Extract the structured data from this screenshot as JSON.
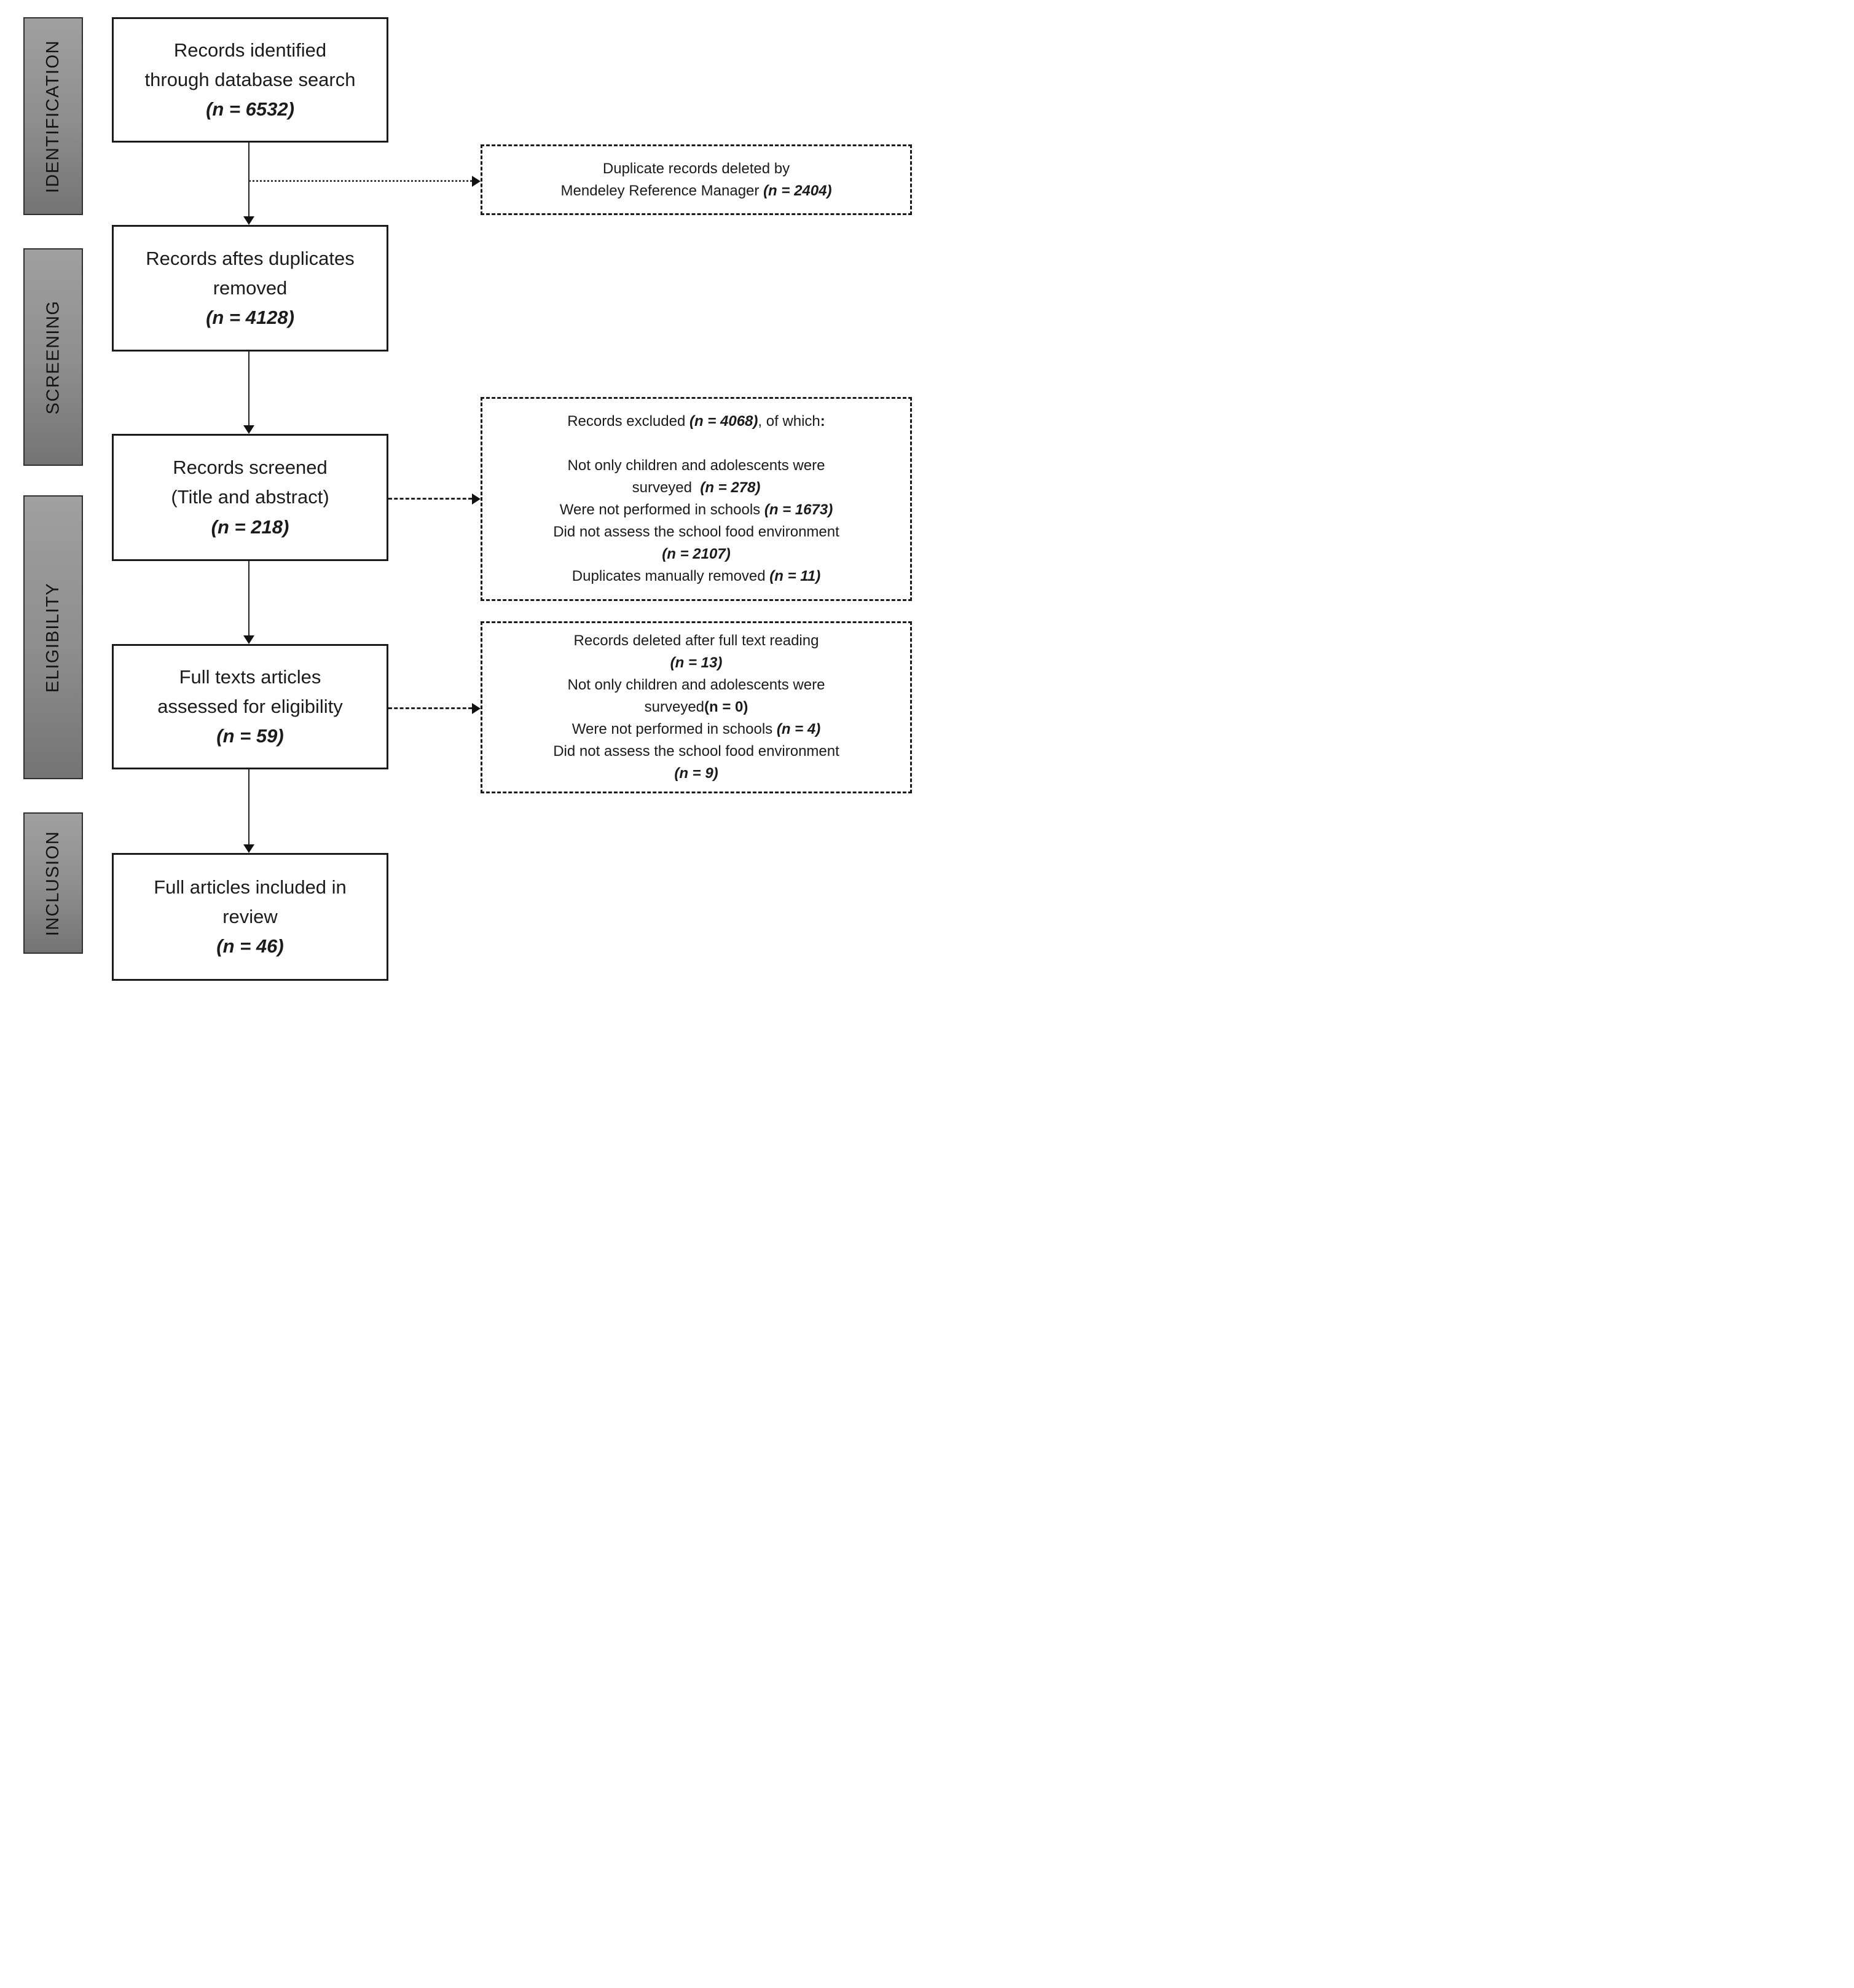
{
  "colors": {
    "background": "#ffffff",
    "ink": "#1b1b1b",
    "box_border": "#1a1a1a",
    "sidebar_gradient_top": "#a0a0a0",
    "sidebar_gradient_bottom": "#747474",
    "sidebar_border": "#2f2f2f"
  },
  "stages": [
    {
      "label": "IDENTIFICATION"
    },
    {
      "label": "SCREENING"
    },
    {
      "label": "ELIGIBILITY"
    },
    {
      "label": "INCLUSION"
    }
  ],
  "main_boxes": {
    "identified": {
      "lines": [
        [
          {
            "t": "Records identified",
            "s": ""
          }
        ],
        [
          {
            "t": "through database search",
            "s": ""
          }
        ],
        [
          {
            "t": "(n = 6532)",
            "s": "bi"
          }
        ]
      ]
    },
    "deduplicated": {
      "lines": [
        [
          {
            "t": "Records aftes duplicates",
            "s": ""
          }
        ],
        [
          {
            "t": "removed",
            "s": ""
          }
        ],
        [
          {
            "t": "(n = 4128)",
            "s": "bi"
          }
        ]
      ]
    },
    "screened": {
      "lines": [
        [
          {
            "t": "Records screened",
            "s": ""
          }
        ],
        [
          {
            "t": "(Title and abstract)",
            "s": ""
          }
        ],
        [
          {
            "t": "(n = 218)",
            "s": "bi"
          }
        ]
      ]
    },
    "fulltext": {
      "lines": [
        [
          {
            "t": "Full texts articles",
            "s": ""
          }
        ],
        [
          {
            "t": "assessed for eligibility",
            "s": ""
          }
        ],
        [
          {
            "t": "(n = 59)",
            "s": "bi"
          }
        ]
      ]
    },
    "included": {
      "lines": [
        [
          {
            "t": "Full articles included in",
            "s": ""
          }
        ],
        [
          {
            "t": "review",
            "s": ""
          }
        ],
        [
          {
            "t": "(n = 46)",
            "s": "bi"
          }
        ]
      ]
    }
  },
  "side_boxes": {
    "duplicates_removed": {
      "lines": [
        [
          {
            "t": "Duplicate records deleted by",
            "s": ""
          }
        ],
        [
          {
            "t": "Mendeley Reference Manager ",
            "s": ""
          },
          {
            "t": "(n = 2404)",
            "s": "bi"
          }
        ]
      ]
    },
    "records_excluded": {
      "lines": [
        [
          {
            "t": "Records excluded ",
            "s": ""
          },
          {
            "t": "(n = 4068)",
            "s": "bi"
          },
          {
            "t": ", of which",
            "s": ""
          },
          {
            "t": ":",
            "s": "b"
          }
        ],
        [],
        [
          {
            "t": "Not only children and adolescents were",
            "s": ""
          }
        ],
        [
          {
            "t": "surveyed  ",
            "s": ""
          },
          {
            "t": "(n = 278)",
            "s": "bi"
          }
        ],
        [
          {
            "t": "Were not performed in schools ",
            "s": ""
          },
          {
            "t": "(n = 1673)",
            "s": "bi"
          }
        ],
        [
          {
            "t": "Did not assess the school food environment",
            "s": ""
          }
        ],
        [
          {
            "t": "(n = 2107)",
            "s": "bi"
          }
        ],
        [
          {
            "t": "Duplicates manually removed ",
            "s": ""
          },
          {
            "t": "(n = 11)",
            "s": "bi"
          }
        ]
      ]
    },
    "fulltext_excluded": {
      "lines": [
        [
          {
            "t": "Records deleted after full text reading",
            "s": ""
          }
        ],
        [
          {
            "t": "(n = 13)",
            "s": "bi"
          }
        ],
        [
          {
            "t": "Not only children and adolescents were",
            "s": ""
          }
        ],
        [
          {
            "t": "surveyed",
            "s": ""
          },
          {
            "t": "(n = 0)",
            "s": "b"
          }
        ],
        [
          {
            "t": "Were not performed in schools ",
            "s": ""
          },
          {
            "t": "(n = 4)",
            "s": "bi"
          }
        ],
        [
          {
            "t": "Did not assess the school food environment",
            "s": ""
          }
        ],
        [
          {
            "t": "(n = 9)",
            "s": "bi"
          }
        ]
      ]
    }
  }
}
